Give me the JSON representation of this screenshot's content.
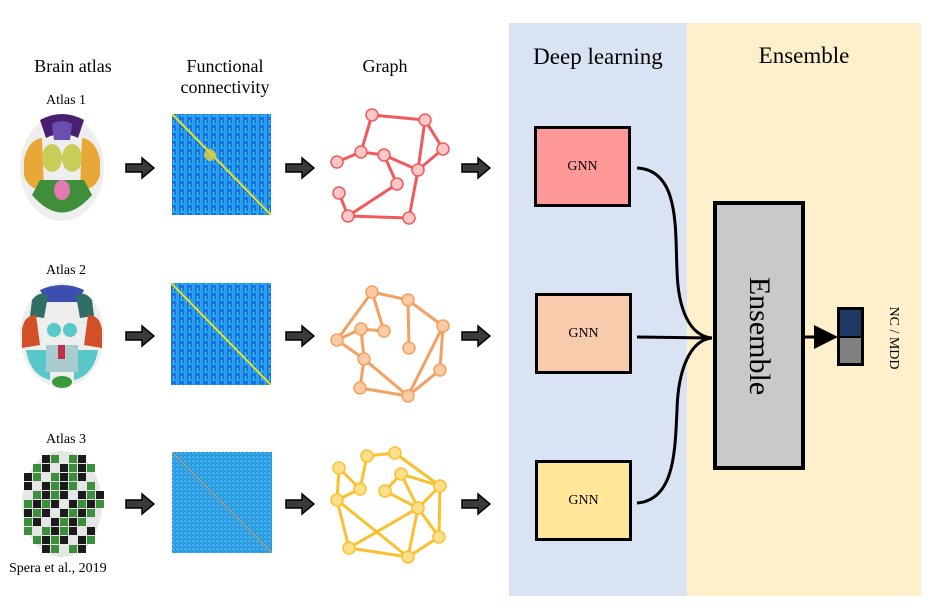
{
  "columns": {
    "brain_atlas": "Brain atlas",
    "functional_connectivity_line1": "Functional",
    "functional_connectivity_line2": "connectivity",
    "graph": "Graph"
  },
  "panels": {
    "deep_learning": {
      "title": "Deep learning",
      "color": "#dae3f3"
    },
    "ensemble": {
      "title": "Ensemble",
      "color": "#fff0cc"
    }
  },
  "rows": [
    {
      "atlas_label": "Atlas 1",
      "gnn_label": "GNN",
      "gnn_color": "#ff9999",
      "graph_color": "#f05a5a",
      "node_fill": "#ffc7c7"
    },
    {
      "atlas_label": "Atlas 2",
      "gnn_label": "GNN",
      "gnn_color": "#f8cbad",
      "graph_color": "#f4a060",
      "node_fill": "#fbcba6"
    },
    {
      "atlas_label": "Atlas 3",
      "gnn_label": "GNN",
      "gnn_color": "#ffe699",
      "graph_color": "#fbc02d",
      "node_fill": "#ffe08a"
    }
  ],
  "citation": "Spera et al., 2019",
  "ensemble_box": {
    "label": "Ensemble",
    "color": "#c9c9c9"
  },
  "output": {
    "label": "NC / MDD",
    "classes": [
      "NC",
      "MDD"
    ],
    "colors": [
      "#1f3864",
      "#808080"
    ]
  }
}
